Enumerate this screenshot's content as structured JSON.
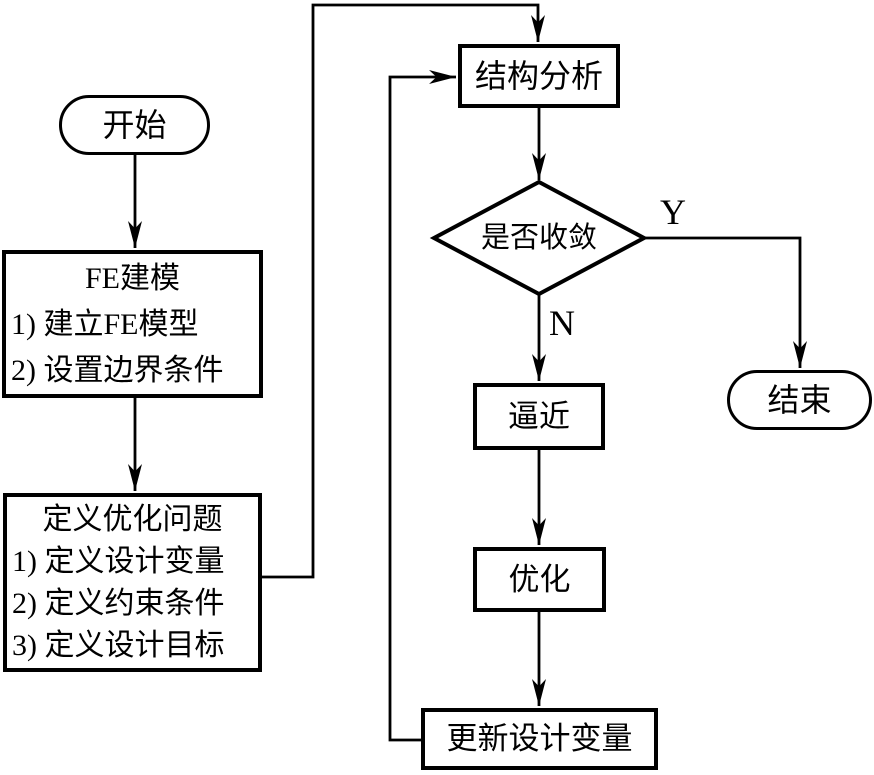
{
  "diagram": {
    "background_color": "#ffffff",
    "stroke_color": "#000000",
    "nodes": {
      "start": {
        "label": "开始"
      },
      "fe_modeling": {
        "title": "FE建模",
        "items": [
          "1) 建立FE模型",
          "2) 设置边界条件"
        ]
      },
      "define_optimization": {
        "title": "定义优化问题",
        "items": [
          "1) 定义设计变量",
          "2) 定义约束条件",
          "3) 定义设计目标"
        ]
      },
      "structural_analysis": {
        "label": "结构分析"
      },
      "convergence_check": {
        "label": "是否收敛"
      },
      "approximation": {
        "label": "逼近"
      },
      "optimization": {
        "label": "优化"
      },
      "update_design_variables": {
        "label": "更新设计变量"
      },
      "end": {
        "label": "结束"
      }
    },
    "edge_labels": {
      "yes": "Y",
      "no": "N"
    }
  }
}
